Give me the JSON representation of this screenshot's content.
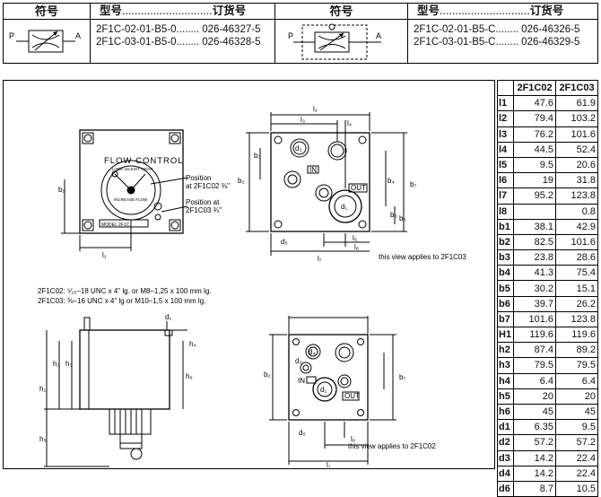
{
  "header": {
    "symbol_label_1": "符号",
    "model_label_1": "型号",
    "model_dots_1": ".............................",
    "order_label_1": "订货号",
    "symbol_label_2": "符号",
    "model_label_2": "型号",
    "model_dots_2": ".............................",
    "order_label_2": "订货号"
  },
  "symbol_ports": {
    "p": "P",
    "a": "A"
  },
  "models_left": [
    {
      "model": "2F1C-02-01-B5-0........",
      "order": "026-46327-5"
    },
    {
      "model": "2F1C-03-01-B5-0........",
      "order": "026-46328-5"
    }
  ],
  "models_right": [
    {
      "model": "2F1C-02-01-B5-C........",
      "order": "026-46326-5"
    },
    {
      "model": "2F1C-03-01-B5-C........",
      "order": "026-46329-5"
    }
  ],
  "drawing": {
    "flow_control": "FLOW CONTROL",
    "position_02": "Position\nat 2F1C02 ⅜\"",
    "position_03": "Position at\n2F1C03 ¾\"",
    "model_plate": "MODEL 2F1C",
    "lock_text": "LOCK  ADJUST  TIGHT",
    "increase_text": "INCREASE\nFLOW",
    "screw_02": "2F1C02: ⁵⁄₁₆–18 UNC x 4\" lg. or M8–1,25 x 100 mm lg.",
    "screw_03": "2F1C03:  ⅜–16 UNC x 4\" lg or M10–1,5 x 100 mm lg.",
    "view_03": "this view applies to 2F1C03",
    "view_02": "this view applies to 2F1C02",
    "in_label": "IN",
    "out_label": "OUT",
    "dim_labels": {
      "l1": "l₁",
      "l2": "l₂",
      "l3": "l₃",
      "l4": "l₄",
      "l5": "l₅",
      "l6": "l₆",
      "l7": "l₇",
      "b1": "b₁",
      "b2": "b₂",
      "b3": "b₃",
      "b4": "b₄",
      "b5": "b₅",
      "b6": "b₆",
      "b7": "b₇",
      "d1": "d₁",
      "d2": "d₂",
      "d3": "d₃",
      "d4": "d₄",
      "d5": "d₅",
      "h1": "h₁",
      "h2": "h₂",
      "h3": "h₃",
      "h4": "h₄",
      "h5": "h₅",
      "h6": "h₆"
    }
  },
  "dim_table": {
    "headers": [
      "",
      "2F1C02",
      "2F1C03"
    ],
    "rows": [
      [
        "l1",
        "47.6",
        "61.9"
      ],
      [
        "l2",
        "79.4",
        "103.2"
      ],
      [
        "l3",
        "76.2",
        "101.6"
      ],
      [
        "l4",
        "44.5",
        "52.4"
      ],
      [
        "l5",
        "9.5",
        "20.6"
      ],
      [
        "l6",
        "19",
        "31.8"
      ],
      [
        "l7",
        "95.2",
        "123.8"
      ],
      [
        "l8",
        "",
        "0.8"
      ],
      [
        "b1",
        "38.1",
        "42.9"
      ],
      [
        "b2",
        "82.5",
        "101.6"
      ],
      [
        "b3",
        "23.8",
        "28.6"
      ],
      [
        "b4",
        "41.3",
        "75.4"
      ],
      [
        "b5",
        "30.2",
        "15.1"
      ],
      [
        "b6",
        "39.7",
        "26.2"
      ],
      [
        "b7",
        "101.6",
        "123.8"
      ],
      [
        "H1",
        "119.6",
        "119.6"
      ],
      [
        "h2",
        "87.4",
        "89.2"
      ],
      [
        "h3",
        "79.5",
        "79.5"
      ],
      [
        "h4",
        "6.4",
        "6.4"
      ],
      [
        "h5",
        "20",
        "20"
      ],
      [
        "h6",
        "45",
        "45"
      ],
      [
        "d1",
        "6.35",
        "9.5"
      ],
      [
        "d2",
        "57.2",
        "57.2"
      ],
      [
        "d3",
        "14.2",
        "22.4"
      ],
      [
        "d4",
        "14.2",
        "22.4"
      ],
      [
        "d6",
        "8.7",
        "10.5"
      ]
    ]
  }
}
